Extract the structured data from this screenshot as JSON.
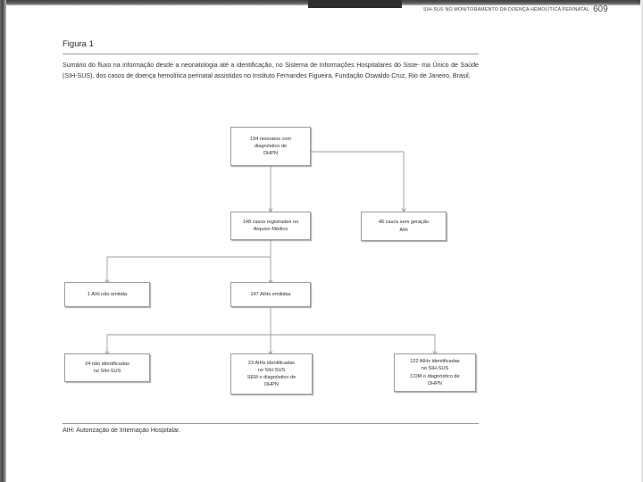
{
  "page": {
    "running_head": "SIH-SUS NO MONITORAMENTO DA DOENÇA HEMOLÍTICA PERINATAL",
    "page_number": "609",
    "figure_label": "Figura 1",
    "caption_line1": "Sumário do fluxo na informação desde a neonatologia até a identificação, no Sistema de Informações Hospitalares do Siste-",
    "caption_line2": "ma Único de Saúde (SIH-SUS), dos casos de doença hemolítica perinatal assistidos no Instituto Fernandes Figueira, Fundação",
    "caption_line3": "Oswaldo Cruz, Rio de Janeiro, Brasil.",
    "footnote": "AIH: Autorização de Internação Hospitalar."
  },
  "chart_data": {
    "type": "diagram",
    "title": "Figura 1",
    "nodes": [
      {
        "id": "n1",
        "label": "194 neonatos com diagnóstico de DHPN",
        "value": 194,
        "level": 0
      },
      {
        "id": "n2",
        "label": "148 casos registrados no Arquivo Médico",
        "value": 148,
        "level": 1
      },
      {
        "id": "n3",
        "label": "46 casos sem geração de AIH",
        "value": 46,
        "level": 1
      },
      {
        "id": "n4",
        "label": "1 AIH não emitida",
        "value": 1,
        "level": 2
      },
      {
        "id": "n5",
        "label": "147 AIHs emitidas",
        "value": 147,
        "level": 2
      },
      {
        "id": "n6",
        "label": "24 não identificadas no SIH-SUS",
        "value": 24,
        "level": 3
      },
      {
        "id": "n7",
        "label": "23 AIHs identificadas no SIH-SUS SEM o diagnóstico de DHPN",
        "value": 23,
        "level": 3
      },
      {
        "id": "n8",
        "label": "122 AIHs identificadas no SIH-SUS COM o diagnóstico de DHPN",
        "value": 122,
        "level": 3
      }
    ],
    "edges": [
      {
        "from": "n1",
        "to": "n2"
      },
      {
        "from": "n1",
        "to": "n3"
      },
      {
        "from": "n2",
        "to": "n4"
      },
      {
        "from": "n2",
        "to": "n5"
      },
      {
        "from": "n5",
        "to": "n6"
      },
      {
        "from": "n5",
        "to": "n7"
      },
      {
        "from": "n5",
        "to": "n8"
      }
    ]
  },
  "boxes": {
    "n1": {
      "l1": "194 neonatos com",
      "l2": "diagnóstico de",
      "l3": "DHPN"
    },
    "n2": {
      "l1": "148 casos registrados no",
      "l2": "Arquivo Médico"
    },
    "n3": {
      "l1": "46 casos sem geração",
      "l2": "AIH"
    },
    "n4": {
      "l1": "1 AIH não emitida"
    },
    "n5": {
      "l1": "147 AIHs emitidas"
    },
    "n6": {
      "l1": "24 não identificadas",
      "l2": "no SIH-SUS"
    },
    "n7": {
      "l1": "23 AIHs identificadas",
      "l2": "no SIH-SUS",
      "l3": "SEM o diagnóstico de",
      "l4": "DHPN"
    },
    "n8": {
      "l1": "122 AIHs identificadas",
      "l2": "no SIH-SUS",
      "l3": "COM o diagnóstico de",
      "l4": "DHPN"
    }
  }
}
